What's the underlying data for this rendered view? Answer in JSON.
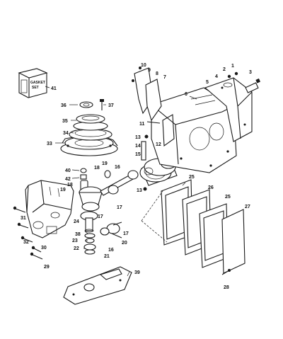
{
  "kit_label_lines": [
    "GASKET",
    "SET"
  ],
  "callouts": [
    {
      "id": "c1",
      "text": "1"
    },
    {
      "id": "c2",
      "text": "2"
    },
    {
      "id": "c3",
      "text": "3"
    },
    {
      "id": "c4",
      "text": "4"
    },
    {
      "id": "c5",
      "text": "5"
    },
    {
      "id": "c6",
      "text": "6"
    },
    {
      "id": "c7",
      "text": "7"
    },
    {
      "id": "c8",
      "text": "8"
    },
    {
      "id": "c9",
      "text": "9"
    },
    {
      "id": "c10",
      "text": "10"
    },
    {
      "id": "c11",
      "text": "11"
    },
    {
      "id": "c12",
      "text": "12"
    },
    {
      "id": "c13a",
      "text": "13"
    },
    {
      "id": "c13b",
      "text": "13"
    },
    {
      "id": "c14",
      "text": "14"
    },
    {
      "id": "c15",
      "text": "15"
    },
    {
      "id": "c16a",
      "text": "16"
    },
    {
      "id": "c16b",
      "text": "16"
    },
    {
      "id": "c17a",
      "text": "17"
    },
    {
      "id": "c17b",
      "text": "17"
    },
    {
      "id": "c17c",
      "text": "17"
    },
    {
      "id": "c18a",
      "text": "18"
    },
    {
      "id": "c18b",
      "text": "18"
    },
    {
      "id": "c19a",
      "text": "19"
    },
    {
      "id": "c19b",
      "text": "19"
    },
    {
      "id": "c20",
      "text": "20"
    },
    {
      "id": "c21",
      "text": "21"
    },
    {
      "id": "c22",
      "text": "22"
    },
    {
      "id": "c23",
      "text": "23"
    },
    {
      "id": "c24",
      "text": "24"
    },
    {
      "id": "c25a",
      "text": "25"
    },
    {
      "id": "c25b",
      "text": "25"
    },
    {
      "id": "c26",
      "text": "26"
    },
    {
      "id": "c27",
      "text": "27"
    },
    {
      "id": "c28",
      "text": "28"
    },
    {
      "id": "c29",
      "text": "29"
    },
    {
      "id": "c30",
      "text": "30"
    },
    {
      "id": "c31",
      "text": "31"
    },
    {
      "id": "c32",
      "text": "32"
    },
    {
      "id": "c33",
      "text": "33"
    },
    {
      "id": "c34",
      "text": "34"
    },
    {
      "id": "c35",
      "text": "35"
    },
    {
      "id": "c36",
      "text": "36"
    },
    {
      "id": "c37",
      "text": "37"
    },
    {
      "id": "c38",
      "text": "38"
    },
    {
      "id": "c39",
      "text": "39"
    },
    {
      "id": "c40",
      "text": "40"
    },
    {
      "id": "c41",
      "text": "41"
    },
    {
      "id": "c42",
      "text": "42"
    }
  ]
}
